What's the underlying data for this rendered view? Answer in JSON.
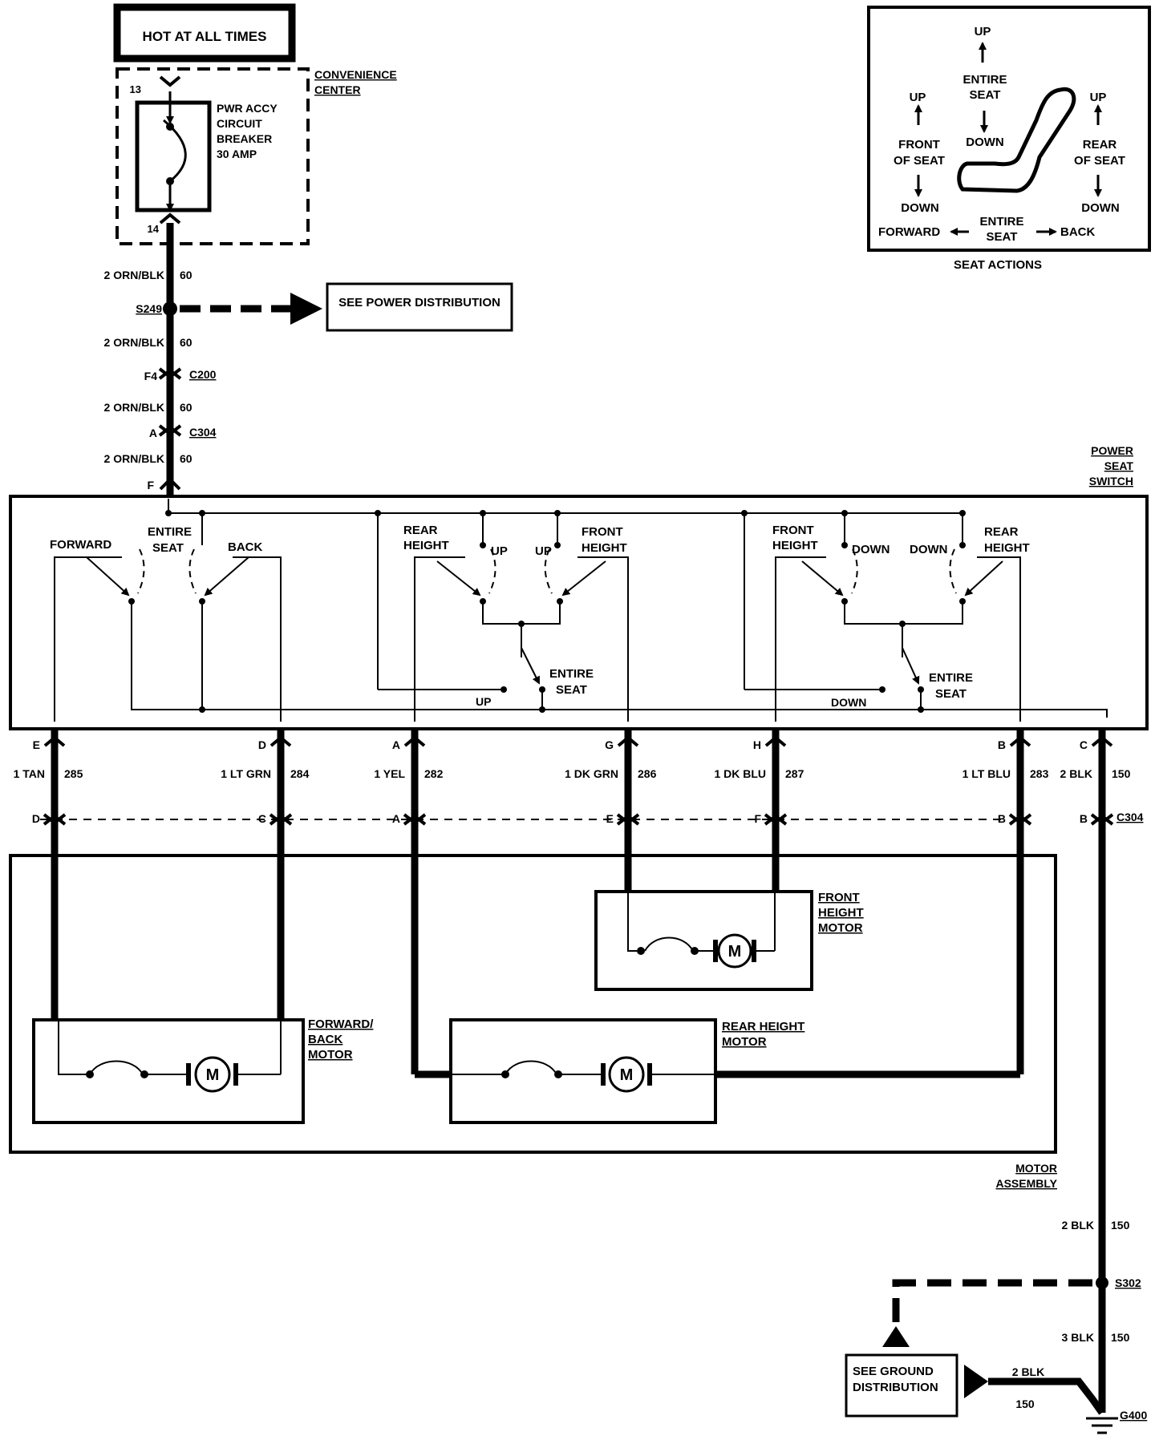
{
  "header": {
    "hot_label": "HOT AT ALL TIMES"
  },
  "convenience_center": {
    "title_line1": "CONVENIENCE",
    "title_line2": "CENTER",
    "pin_top": "13",
    "pin_bottom": "14",
    "breaker_lines": [
      "PWR ACCY",
      "CIRCUIT",
      "BREAKER",
      "30 AMP"
    ]
  },
  "feed": {
    "wire_label": "2 ORN/BLK",
    "circuit": "60",
    "splice": "S249",
    "see_power_distribution": "SEE POWER DISTRIBUTION",
    "connector_c200": "C200",
    "pin_f4": "F4",
    "connector_c304": "C304",
    "pin_a": "A",
    "switch_pin": "F"
  },
  "seat_actions": {
    "caption": "SEAT ACTIONS",
    "up": "UP",
    "down": "DOWN",
    "entire_seat_line1": "ENTIRE",
    "entire_seat_line2": "SEAT",
    "front_line1": "FRONT",
    "front_line2": "OF SEAT",
    "rear_line1": "REAR",
    "rear_line2": "OF SEAT",
    "forward": "FORWARD",
    "back": "BACK"
  },
  "power_seat_switch": {
    "title_line1": "POWER",
    "title_line2": "SEAT",
    "title_line3": "SWITCH",
    "forward": "FORWARD",
    "back": "BACK",
    "entire": "ENTIRE",
    "seat": "SEAT",
    "rear": "REAR",
    "front": "FRONT",
    "height": "HEIGHT",
    "up": "UP",
    "down": "DOWN"
  },
  "wires": [
    {
      "switch_pin": "E",
      "gauge_color": "1 TAN",
      "circuit": "285",
      "c304_pin": "D"
    },
    {
      "switch_pin": "D",
      "gauge_color": "1 LT GRN",
      "circuit": "284",
      "c304_pin": "C"
    },
    {
      "switch_pin": "A",
      "gauge_color": "1 YEL",
      "circuit": "282",
      "c304_pin": "A"
    },
    {
      "switch_pin": "G",
      "gauge_color": "1 DK GRN",
      "circuit": "286",
      "c304_pin": "E"
    },
    {
      "switch_pin": "H",
      "gauge_color": "1 DK BLU",
      "circuit": "287",
      "c304_pin": "F"
    },
    {
      "switch_pin": "B",
      "gauge_color": "1 LT BLU",
      "circuit": "283",
      "c304_pin": "B"
    },
    {
      "switch_pin": "C",
      "gauge_color": "2 BLK",
      "circuit": "150",
      "c304_pin": "B"
    }
  ],
  "connector_c304_label": "C304",
  "motors": {
    "front_height": [
      "FRONT",
      "HEIGHT",
      "MOTOR"
    ],
    "forward_back": [
      "FORWARD/",
      "BACK",
      "MOTOR"
    ],
    "rear_height": [
      "REAR HEIGHT",
      "MOTOR"
    ],
    "motor_symbol": "M",
    "assembly_line1": "MOTOR",
    "assembly_line2": "ASSEMBLY"
  },
  "ground": {
    "upper_wire": "2 BLK",
    "upper_circuit": "150",
    "splice": "S302",
    "lower_wire": "3 BLK",
    "lower_circuit": "150",
    "branch_wire": "2 BLK",
    "branch_circuit": "150",
    "see_ground_line1": "SEE GROUND",
    "see_ground_line2": "DISTRIBUTION",
    "ground_id": "G400"
  }
}
